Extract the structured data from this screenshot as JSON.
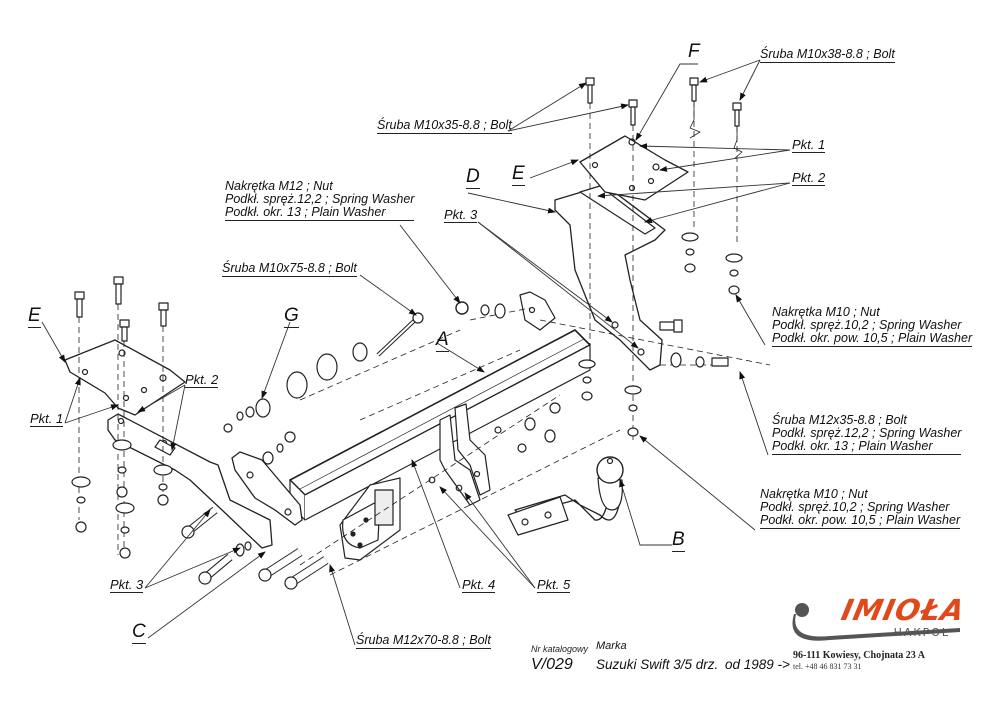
{
  "diagram": {
    "type": "exploded-assembly-drawing",
    "subject": "tow bar (hitch) installation"
  },
  "parts": {
    "A": "A",
    "B": "B",
    "C": "C",
    "D": "D",
    "E_right": "E",
    "E_left": "E",
    "F": "F",
    "G": "G"
  },
  "points": {
    "pkt1_right": "Pkt. 1",
    "pkt2_right": "Pkt. 2",
    "pkt3_top": "Pkt. 3",
    "pkt1_left": "Pkt. 1",
    "pkt2_left": "Pkt. 2",
    "pkt3_left": "Pkt. 3",
    "pkt4": "Pkt. 4",
    "pkt5": "Pkt. 5"
  },
  "callouts": {
    "bolt_m10x38": "Śruba M10x38-8.8 ;  Bolt",
    "bolt_m10x35": "Śruba M10x35-8.8 ;  Bolt",
    "nut_m12_group": [
      "Nakrętka  M12 ; Nut",
      "Podkł. spręż.12,2 ; Spring Washer",
      "Podkł. okr. 13 ; Plain Washer"
    ],
    "bolt_m10x75": "Śruba M10x75-8.8 ;  Bolt",
    "nut_m10_group_top": [
      "Nakrętka  M10 ; Nut",
      "Podkł. spręż.10,2 ; Spring Washer",
      "Podkł. okr. pow. 10,5 ; Plain Washer"
    ],
    "bolt_m12x35_group": [
      "Śruba M12x35-8.8 ;  Bolt",
      "Podkł. spręż.12,2 ; Spring Washer",
      "Podkł. okr. 13 ; Plain Washer"
    ],
    "nut_m10_group_bottom": [
      "Nakrętka  M10 ; Nut",
      "Podkł. spręż.10,2 ; Spring Washer",
      "Podkł. okr. pow. 10,5 ; Plain Washer"
    ],
    "bolt_m12x70": "Śruba M12x70-8.8 ;  Bolt"
  },
  "footer": {
    "catalog_label": "Nr katalogowy",
    "catalog_number": "V/029",
    "brand_label": "Marka",
    "vehicle": "Suzuki Swift 3/5 drz.",
    "year": "od 1989 ->",
    "company": {
      "logo_text": "IMIOŁA",
      "logo_sub": "HAKPOL",
      "address": "96-111 Kowiesy, Chojnata 23 A",
      "phone": "tel. +48 46 831 73 31",
      "brand_color": "#e0491c",
      "ball_color": "#555555"
    }
  }
}
